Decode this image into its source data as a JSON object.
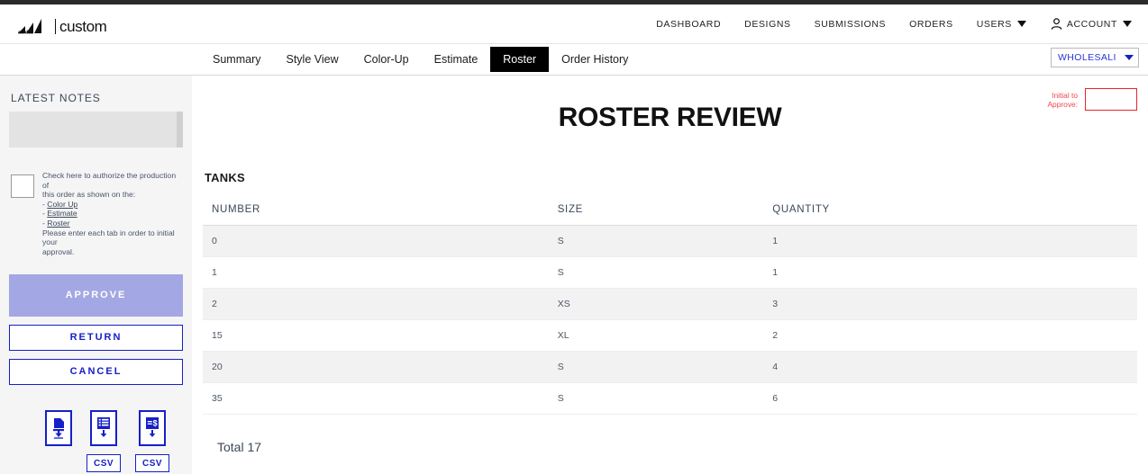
{
  "header": {
    "logo_word": "custom",
    "logo_icon": "adidas-three-stripes-icon",
    "nav": [
      {
        "label": "DASHBOARD",
        "caret": false
      },
      {
        "label": "DESIGNS",
        "caret": false
      },
      {
        "label": "SUBMISSIONS",
        "caret": false
      },
      {
        "label": "ORDERS",
        "caret": false
      },
      {
        "label": "USERS",
        "caret": true
      },
      {
        "label": "ACCOUNT",
        "caret": true,
        "icon": "person-icon"
      }
    ]
  },
  "tabs": {
    "items": [
      {
        "label": "Summary",
        "active": false
      },
      {
        "label": "Style View",
        "active": false
      },
      {
        "label": "Color-Up",
        "active": false
      },
      {
        "label": "Estimate",
        "active": false
      },
      {
        "label": "Roster",
        "active": true
      },
      {
        "label": "Order History",
        "active": false
      }
    ],
    "order_type_select": {
      "value": "WHOLESALI",
      "icon": "chevron-down-icon"
    }
  },
  "sidebar": {
    "notes_title": "LATEST NOTES",
    "notes_value": "",
    "authorization": {
      "line1": "Check here to authorize the production of",
      "line2": "this order as shown on the:",
      "links": [
        "Color Up",
        "Estimate",
        "Roster"
      ],
      "link_prefix": "-",
      "footer1": "Please enter each tab in order to initial your",
      "footer2": "approval."
    },
    "buttons": {
      "approve": "APPROVE",
      "return": "RETURN",
      "cancel": "CANCEL"
    },
    "downloads": [
      {
        "icon": "document-download-icon",
        "label": null
      },
      {
        "icon": "list-download-icon",
        "label": "CSV"
      },
      {
        "icon": "price-download-icon",
        "label": "CSV"
      }
    ]
  },
  "main": {
    "page_title": "ROSTER REVIEW",
    "initial": {
      "label_line1": "Initial to",
      "label_line2": "Approve:",
      "value": ""
    },
    "section_title": "TANKS",
    "table": {
      "columns": [
        "NUMBER",
        "SIZE",
        "QUANTITY"
      ],
      "rows": [
        [
          "0",
          "S",
          "1"
        ],
        [
          "1",
          "S",
          "1"
        ],
        [
          "2",
          "XS",
          "3"
        ],
        [
          "15",
          "XL",
          "2"
        ],
        [
          "20",
          "S",
          "4"
        ],
        [
          "35",
          "S",
          "6"
        ]
      ]
    },
    "total": "Total 17"
  },
  "colors": {
    "accent_blue": "#1620c7",
    "approve_disabled": "#a3a7e3",
    "alert_red": "#e8252b",
    "tab_active_bg": "#000000"
  }
}
